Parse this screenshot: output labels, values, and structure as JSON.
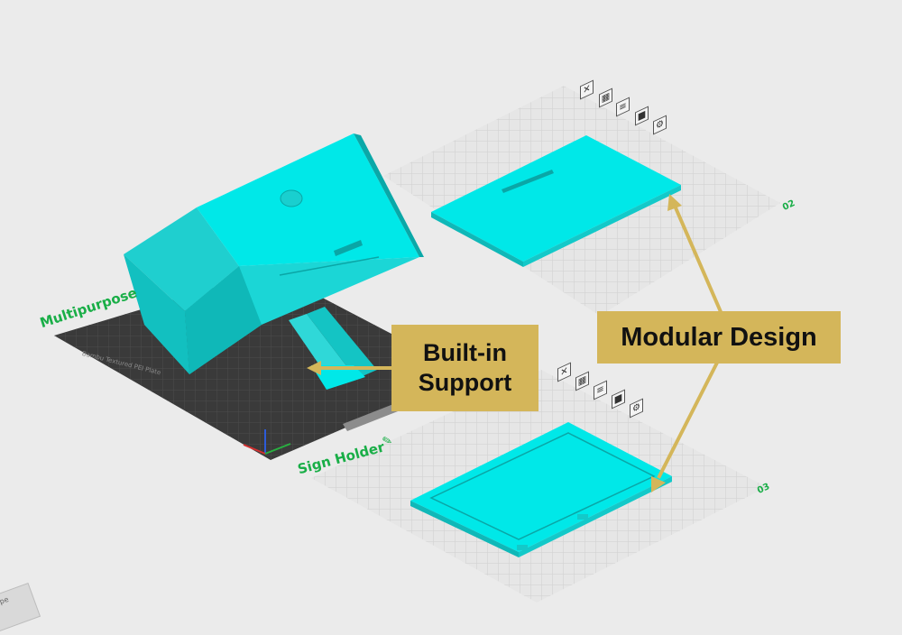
{
  "plates": {
    "main": {
      "name": "Multipurpose",
      "plate_text": "Bambu Textured PEI Plate"
    },
    "plate2": {
      "number": "02"
    },
    "plate3": {
      "name": "Sign Holder",
      "number": "03"
    }
  },
  "toolbar_icons": [
    "close-icon",
    "arrange-icon",
    "orient-icon",
    "lock-icon",
    "settings-icon"
  ],
  "callouts": {
    "support": {
      "line1": "Built-in",
      "line2": "Support"
    },
    "modular": {
      "text": "Modular Design"
    }
  },
  "colors": {
    "model": "#00e8e8",
    "callout_bg": "#d4b65a",
    "plate_dark": "#3a3a3a",
    "plate_light": "#e3e3e3",
    "label_green": "#19ae47"
  }
}
